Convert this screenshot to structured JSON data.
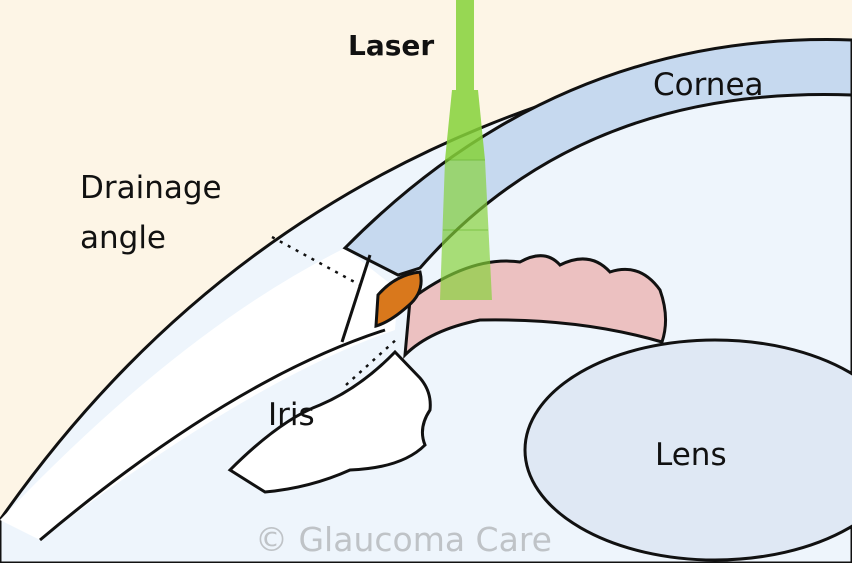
{
  "labels": {
    "laser": "Laser",
    "cornea": "Cornea",
    "drainage_line1": "Drainage",
    "drainage_line2": "angle",
    "iris": "Iris",
    "lens": "Lens"
  },
  "watermark": "© Glaucoma Care",
  "colors": {
    "background_outside": "#fdf5e6",
    "eye_interior": "#eef5fc",
    "cornea": "#c6d9ef",
    "lens": "#dfe8f4",
    "ciliary_body": "#ecc1c1",
    "trabecular_meshwork": "#d9781c",
    "laser_beam": "#86d23a",
    "outline": "#111111",
    "watermark": "#bfc3c7"
  }
}
